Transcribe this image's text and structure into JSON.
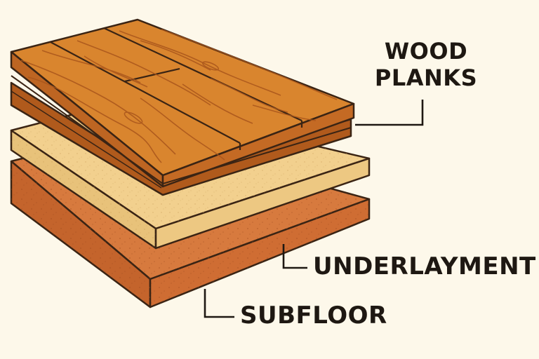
{
  "labels": {
    "wood_line1": "WOOD",
    "wood_line2": "PLANKS",
    "underlayment": "UNDERLAYMENT",
    "subfloor": "SUBFLOOR"
  },
  "colors": {
    "background": "#fdf8ea",
    "outline": "#3a2414",
    "plank_top": "#d9852e",
    "plank_side": "#b05a1c",
    "plank_grain": "#a9561c",
    "underlayment_top": "#f2d08e",
    "underlayment_side": "#e3b86c",
    "subfloor_top": "#d77a3e",
    "subfloor_side": "#c4642c",
    "leader_line": "#1e1812"
  }
}
